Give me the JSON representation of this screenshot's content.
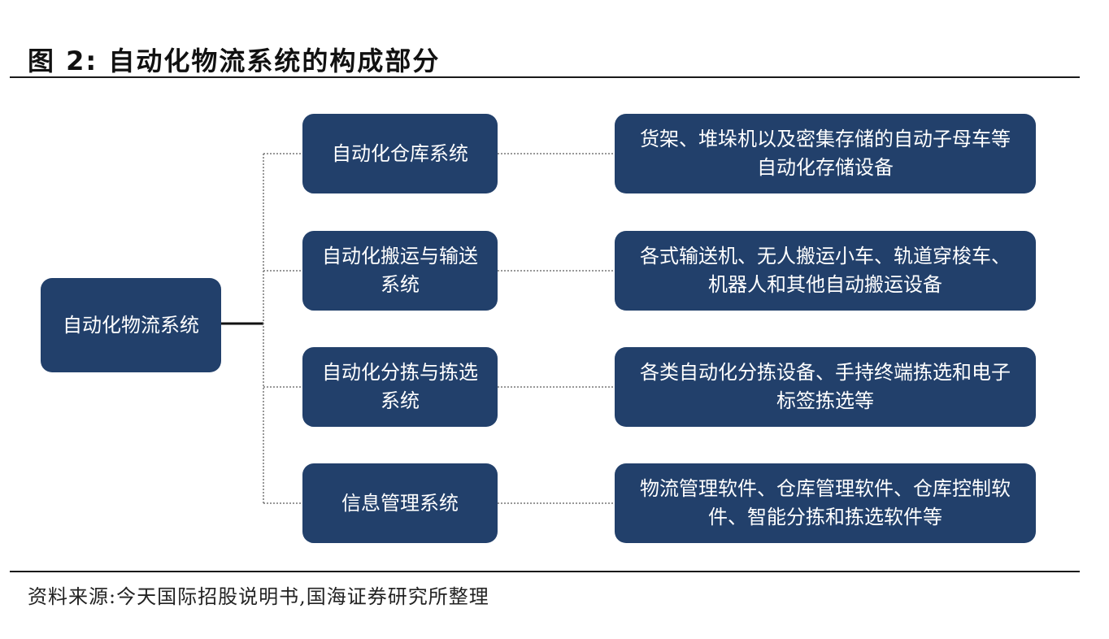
{
  "figure": {
    "title": "图 2:  自动化物流系统的构成部分"
  },
  "diagram": {
    "root": {
      "label": "自动化物流系统"
    },
    "branches": [
      {
        "label": "自动化仓库系统",
        "description": "货架、堆垛机以及密集存储的自动子母车等自动化存储设备"
      },
      {
        "label": "自动化搬运与输送系统",
        "description": "各式输送机、无人搬运小车、轨道穿梭车、机器人和其他自动搬运设备"
      },
      {
        "label": "自动化分拣与拣选系统",
        "description": "各类自动化分拣设备、手持终端拣选和电子标签拣选等"
      },
      {
        "label": "信息管理系统",
        "description": "物流管理软件、仓库管理软件、仓库控制软件、智能分拣和拣选软件等"
      }
    ]
  },
  "source": {
    "text": "资料来源:今天国际招股说明书,国海证券研究所整理"
  },
  "colors": {
    "box_fill": "#22406b",
    "box_text": "#ffffff",
    "connector": "#666666",
    "rule": "#1a1a1a"
  }
}
